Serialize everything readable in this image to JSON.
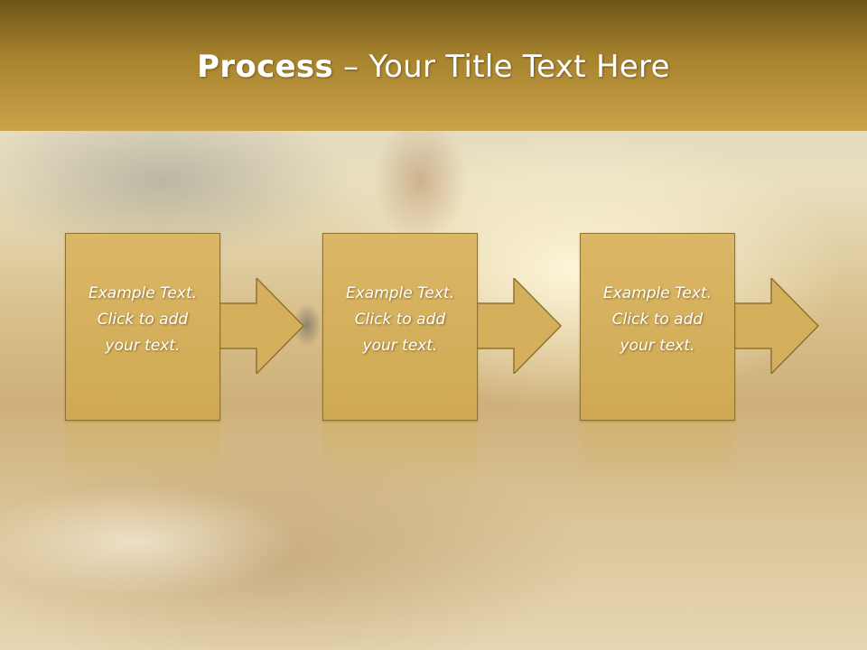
{
  "slide": {
    "title_bold": "Process",
    "title_rest": " – Your Title Text Here"
  },
  "steps": [
    {
      "text": "Example Text.\nClick  to add\nyour text."
    },
    {
      "text": "Example Text.\nClick  to add\nyour text."
    },
    {
      "text": "Example Text.\nClick  to add\nyour text."
    }
  ],
  "colors": {
    "header_dark": "#6e5517",
    "header_light": "#caa24a",
    "box_fill": "#d4b05c",
    "box_border": "#8e7331",
    "text": "#ffffff"
  }
}
